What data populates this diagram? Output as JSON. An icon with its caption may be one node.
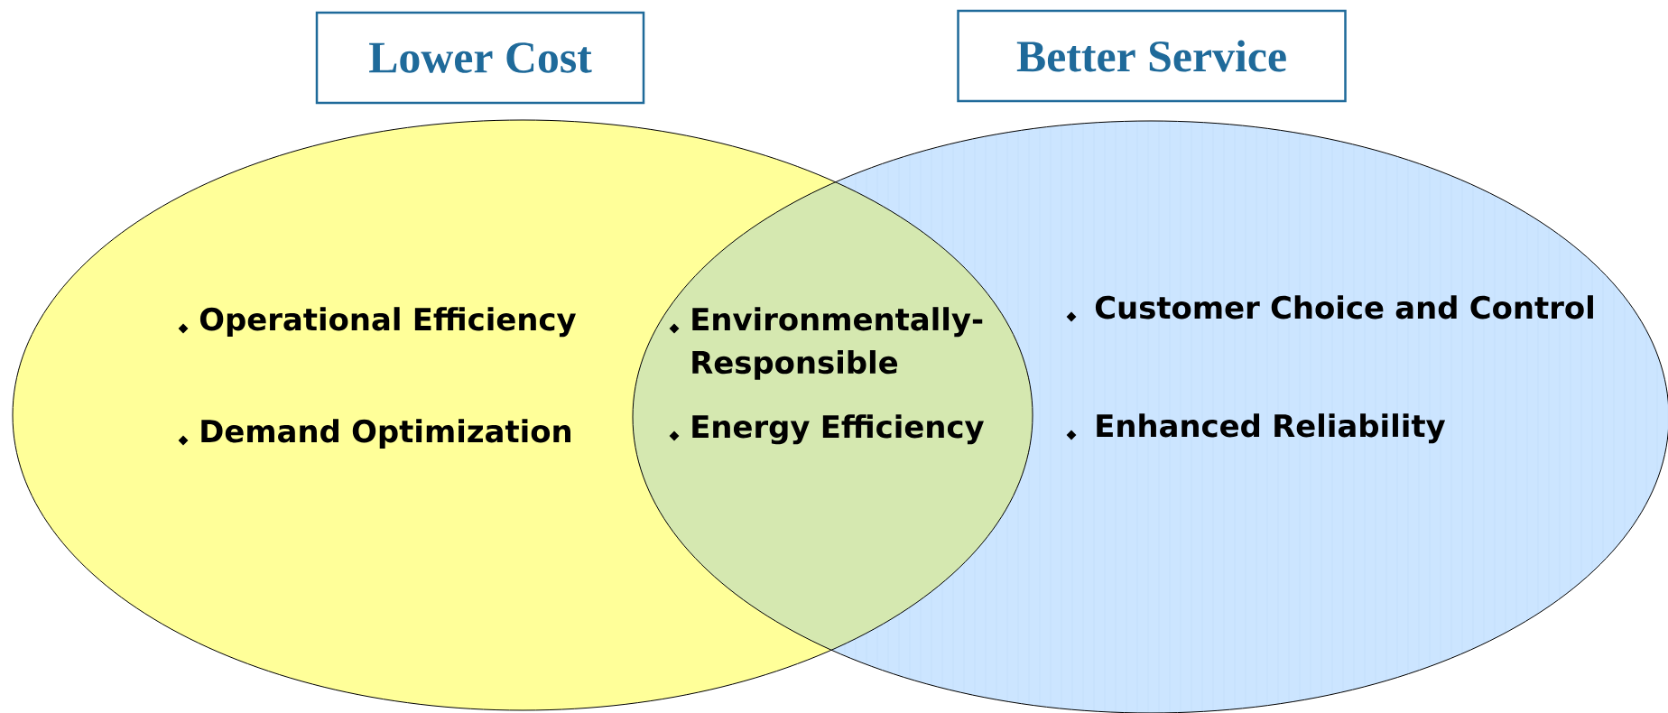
{
  "diagram": {
    "nodes": [
      {
        "text": [
          "Lower Cost"
        ]
      },
      {
        "text": [
          "Better Service"
        ]
      },
      {
        "text": [
          "Operational Efficiency",
          "Demand Optimization"
        ]
      },
      {
        "text": [
          "Customer Choice and Control",
          "Enhanced Reliability"
        ]
      }
    ],
    "labels": [
      "Environmentally-Responsible",
      "Energy Efficiency"
    ]
  }
}
